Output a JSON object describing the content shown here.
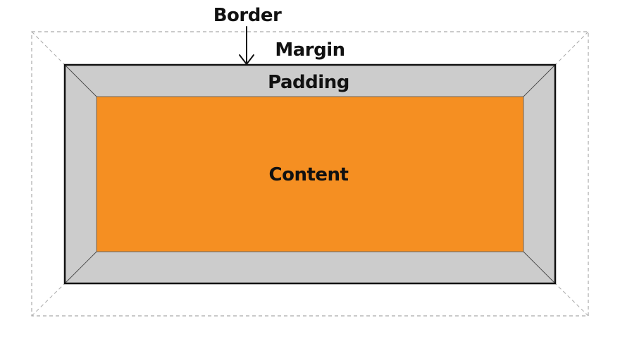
{
  "labels": {
    "border": "Border",
    "margin": "Margin",
    "padding": "Padding",
    "content": "Content"
  },
  "colors": {
    "content_fill": "#f58f22",
    "padding_fill": "#cccccc",
    "border_stroke": "#111111",
    "margin_dashed": "#aaaaaa",
    "text": "#111111",
    "background": "#ffffff"
  }
}
